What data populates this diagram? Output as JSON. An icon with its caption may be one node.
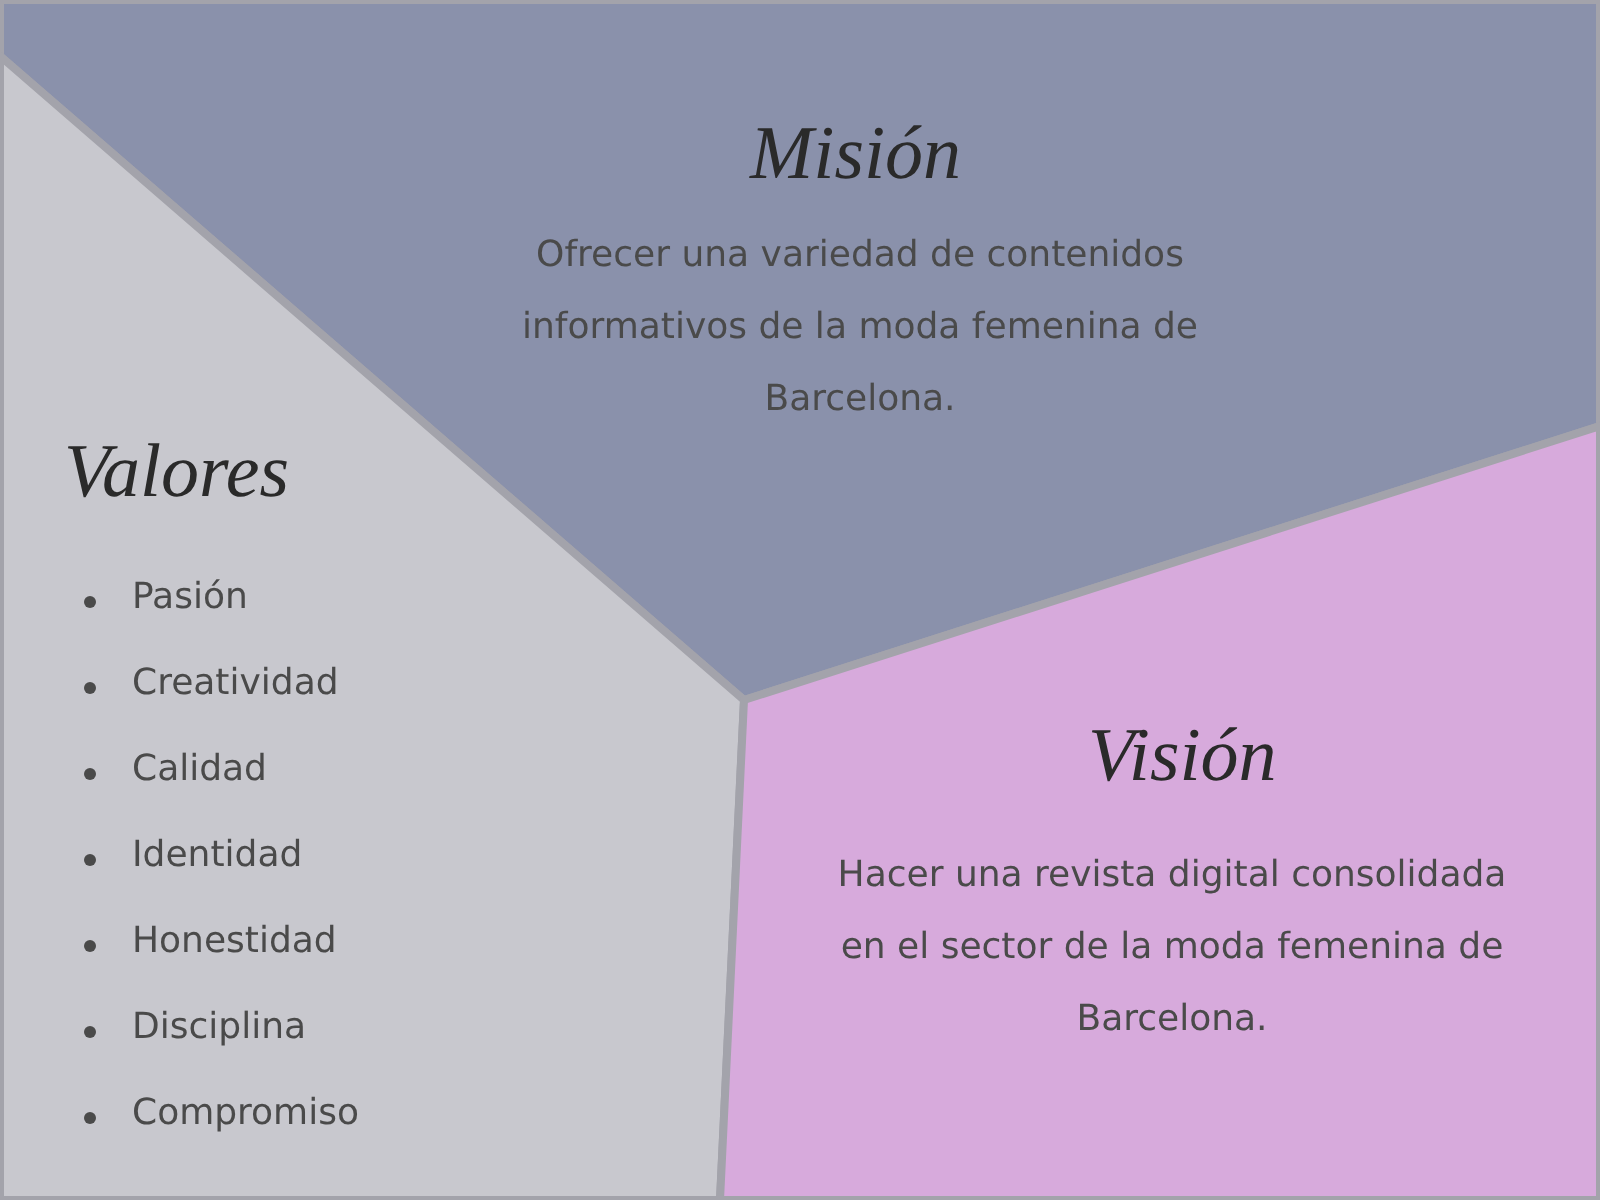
{
  "diagram": {
    "nodes": [
      {
        "text": [
          "Misión",
          "Ofrecer una variedad de contenidos informativos de la moda femenina de Barcelona."
        ]
      },
      {
        "text": [
          "Valores",
          "Pasión",
          "Creatividad",
          "Calidad",
          "Identidad",
          "Honestidad",
          "Disciplina",
          "Compromiso"
        ]
      },
      {
        "text": [
          "Visión",
          "Hacer una revista digital consolidada en el sector de la moda femenina de Barcelona."
        ]
      }
    ]
  }
}
